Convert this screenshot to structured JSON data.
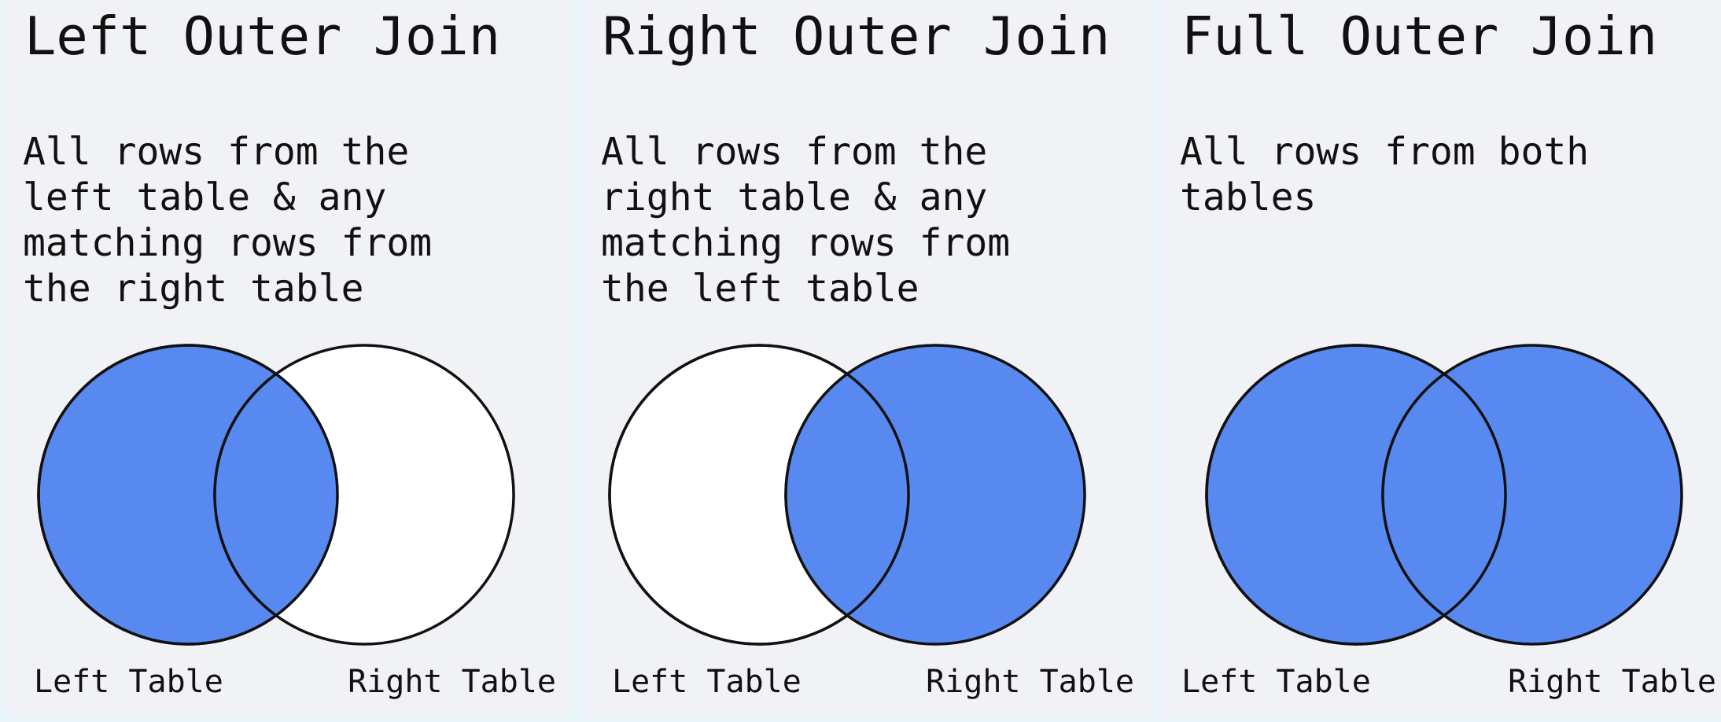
{
  "colors": {
    "fill": "#5889f0",
    "empty": "#ffffff",
    "stroke": "#111111"
  },
  "panels": [
    {
      "title": "Left Outer Join",
      "description": "All rows from the\nleft table & any\nmatching rows from\nthe right table",
      "left_label": "Left Table",
      "right_label": "Right Table",
      "left_filled": true,
      "right_filled": false
    },
    {
      "title": "Right Outer Join",
      "description": "All rows from the\nright table & any\nmatching rows from\nthe left table",
      "left_label": "Left Table",
      "right_label": "Right Table",
      "left_filled": false,
      "right_filled": true
    },
    {
      "title": "Full Outer Join",
      "description": "All rows from both\ntables",
      "left_label": "Left Table",
      "right_label": "Right Table",
      "left_filled": true,
      "right_filled": true
    }
  ]
}
